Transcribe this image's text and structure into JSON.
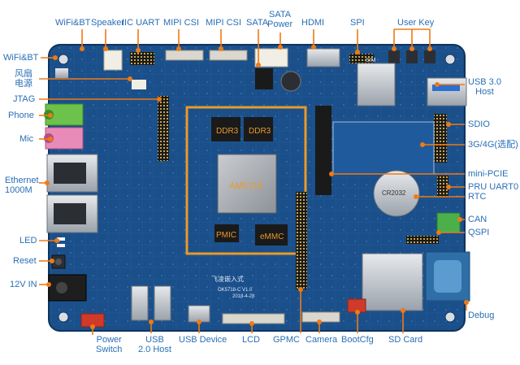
{
  "colors": {
    "label": "#2a6fb5",
    "leader": "#f07a12",
    "board": "#1b4f8a",
    "board_dark": "#143d6e",
    "chip_frame": "#e89a2a",
    "silk": "#dfe9f5",
    "header_black": "#1a1a1a",
    "green_port": "#6cc24a",
    "pink_port": "#e88bb8"
  },
  "labels": {
    "wifi_bt_top": "WiFi&BT",
    "speaker": "Speaker",
    "iic_uart": "IIC UART",
    "mipi_csi_1": "MIPI CSI",
    "mipi_csi_2": "MIPI CSI",
    "sata": "SATA",
    "sata_power": "SATA\nPower",
    "hdmi": "HDMI",
    "spi": "SPI",
    "user_key": "User Key",
    "wifi_bt_left": "WiFi&BT",
    "fan_power": "风扇\n电源",
    "jtag": "JTAG",
    "phone": "Phone",
    "mic": "Mic",
    "ethernet": "Ethernet\n1000M",
    "led": "LED",
    "reset": "Reset",
    "dc_in": "12V IN",
    "usb3": "USB 3.0\nHost",
    "sdio": "SDIO",
    "g34": "3G/4G(选配)",
    "mini_pcie": "mini-PCIE",
    "pru_uart": "PRU UART0",
    "rtc": "RTC",
    "can": "CAN",
    "qspi": "QSPI",
    "debug": "Debug",
    "power_switch": "Power\nSwitch",
    "usb2": "USB\n2.0 Host",
    "usb_device": "USB Device",
    "lcd": "LCD",
    "gpmc": "GPMC",
    "camera": "Camera",
    "bootcfg": "BootCfg",
    "sd_card": "SD Card"
  },
  "chips": {
    "soc": "AM5718",
    "ddr3_a": "DDR3",
    "ddr3_b": "DDR3",
    "pmic": "PMIC",
    "emmc": "eMMC"
  },
  "silkscreen": {
    "brand": "飞凌嵌入式",
    "model": "OK5718-C V1.0",
    "date": "2018-4-28",
    "sim": "SIM",
    "battery": "CR2032"
  }
}
